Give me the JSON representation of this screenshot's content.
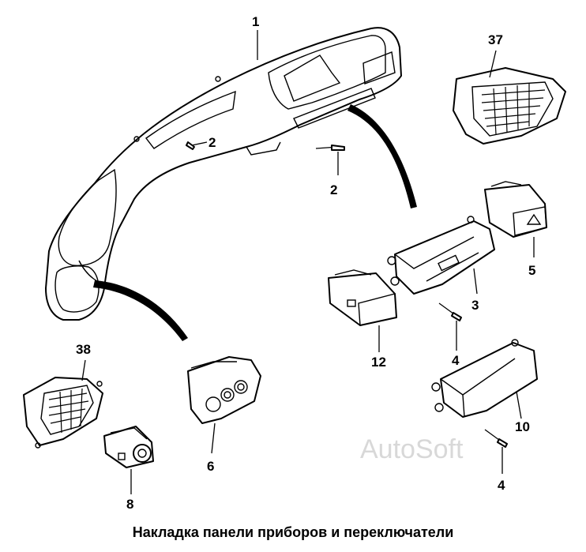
{
  "caption": "Накладка панели приборов и переключатели",
  "watermark": "AutoSoft",
  "callouts": {
    "c1": "1",
    "c2a": "2",
    "c2b": "2",
    "c37": "37",
    "c5": "5",
    "c3": "3",
    "c12": "12",
    "c4a": "4",
    "c4b": "4",
    "c10": "10",
    "c38": "38",
    "c6": "6",
    "c8": "8"
  }
}
